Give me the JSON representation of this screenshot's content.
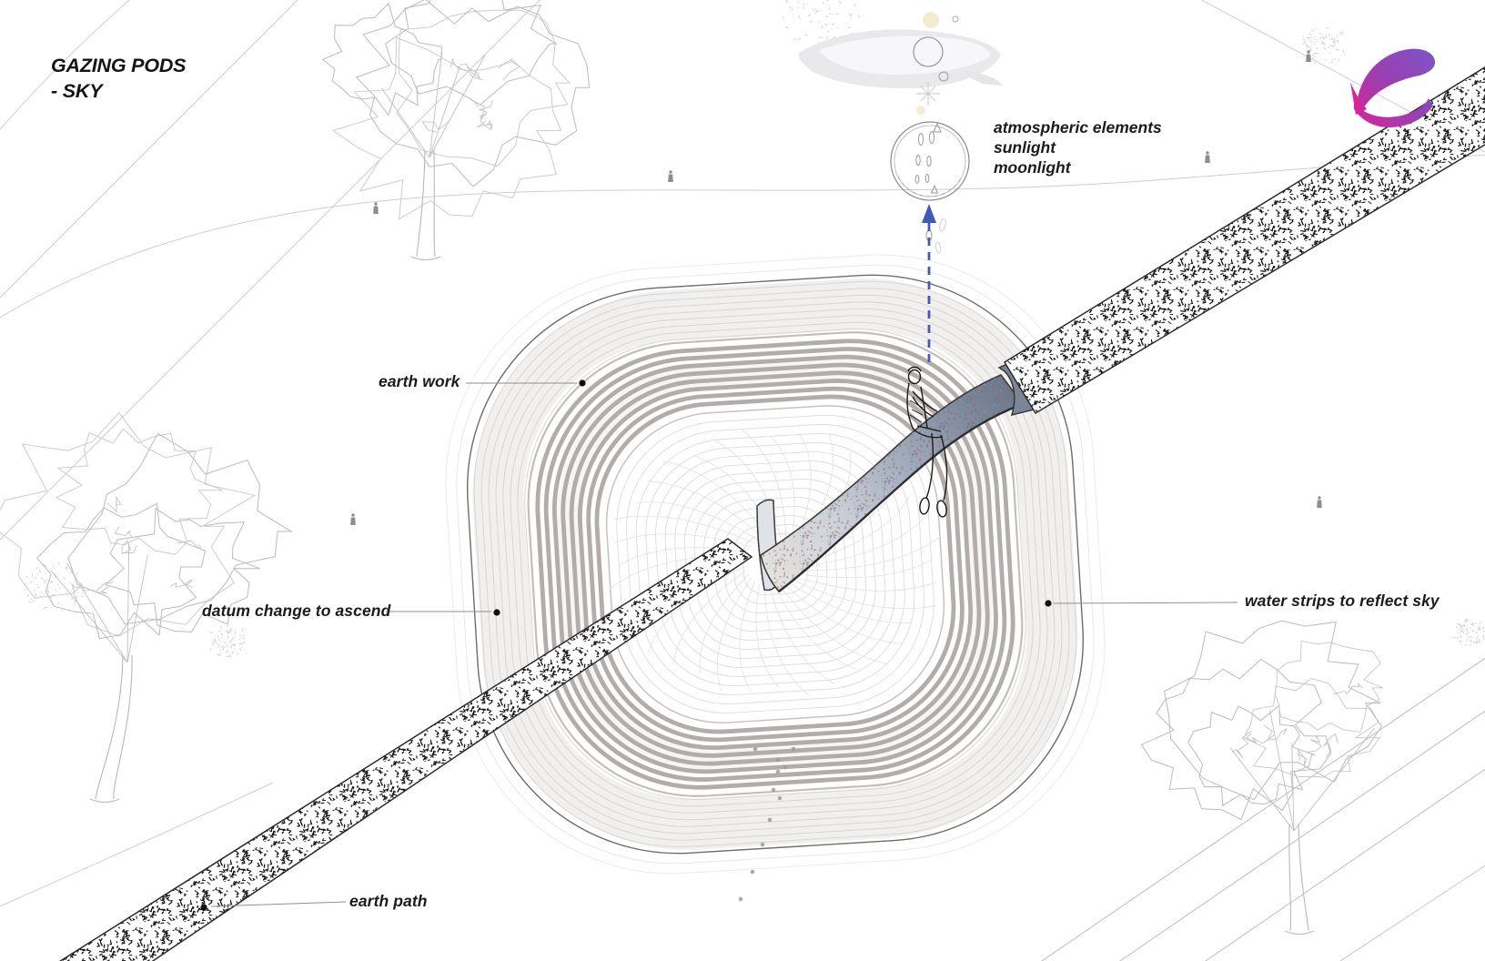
{
  "title": {
    "line1": "GAZING PODS",
    "line2": "- SKY"
  },
  "labels": {
    "earth_work": "earth work",
    "datum_change": "datum change to ascend",
    "water_strips": "water strips to reflect sky",
    "earth_path": "earth path"
  },
  "atmospheric": {
    "line1": "atmospheric elements",
    "line2": "sunlight",
    "line3": "moonlight"
  },
  "icons": {
    "moon": "sun-moon-circle-icon",
    "sparkle": "sparkle-icon",
    "arrow": "dashed-up-arrow-icon",
    "logo": "purple-ribbon-logo"
  },
  "colors": {
    "accent_blue": "#3f5cb5",
    "logo_purple": "#7a57c9",
    "logo_violet": "#9b3fb0",
    "logo_magenta": "#d6259b",
    "water_strip_gray": "#b2acaa",
    "contour_light": "#d8d5d3",
    "ring_outline": "#6f6c6a",
    "ink": "#1b1b1b"
  }
}
